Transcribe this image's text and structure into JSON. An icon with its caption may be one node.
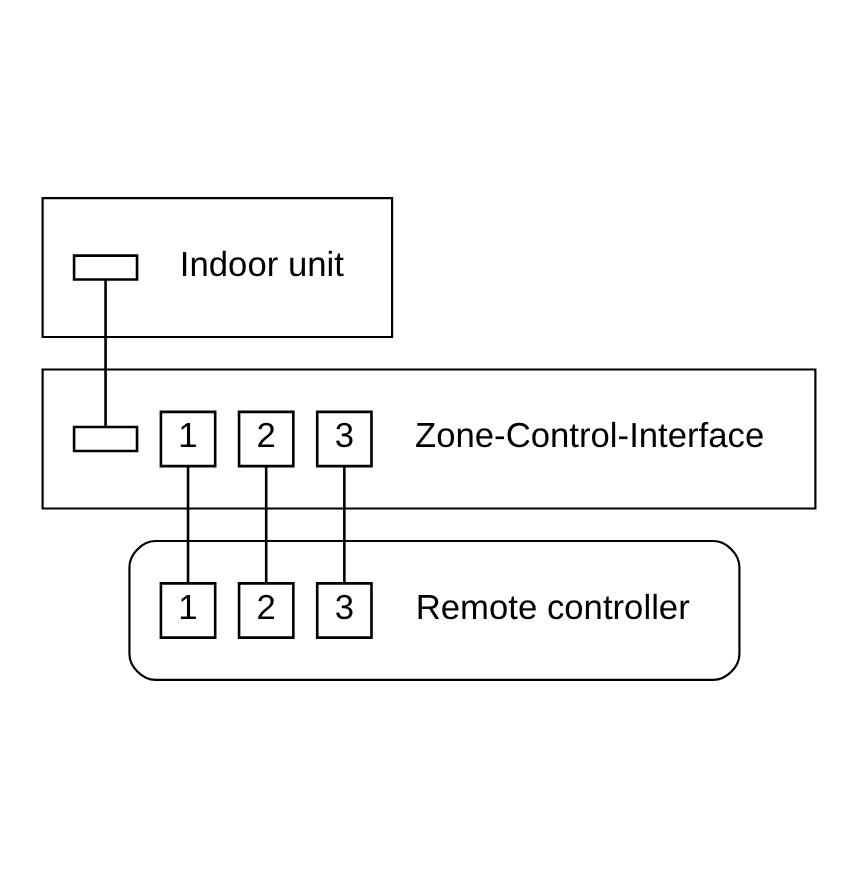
{
  "diagram": {
    "nodes": [
      {
        "text": [],
        "shape": "box",
        "beside": [
          "Indoor unit"
        ]
      },
      {
        "text": [],
        "shape": "box",
        "in": 0
      },
      {
        "text": [],
        "shape": "box",
        "beside": [
          "Zone-Control-Interface"
        ]
      },
      {
        "text": [],
        "shape": "box",
        "in": 2
      },
      {
        "text": [
          "1"
        ],
        "in": 2
      },
      {
        "text": [
          "2"
        ],
        "in": 2
      },
      {
        "text": [
          "3"
        ],
        "in": 2
      },
      {
        "text": [],
        "shape": "box",
        "beside": [
          "Remote controller"
        ]
      },
      {
        "text": [
          "1"
        ],
        "in": 7
      },
      {
        "text": [
          "2"
        ],
        "in": 7
      },
      {
        "text": [
          "3"
        ],
        "in": 7
      }
    ],
    "edges": [
      {
        "from": 1,
        "to": 3,
        "arrow": "none"
      },
      {
        "from": 4,
        "to": 8,
        "arrow": "none"
      },
      {
        "from": 5,
        "to": 9,
        "arrow": "none"
      },
      {
        "from": 6,
        "to": 10,
        "arrow": "none"
      }
    ]
  }
}
